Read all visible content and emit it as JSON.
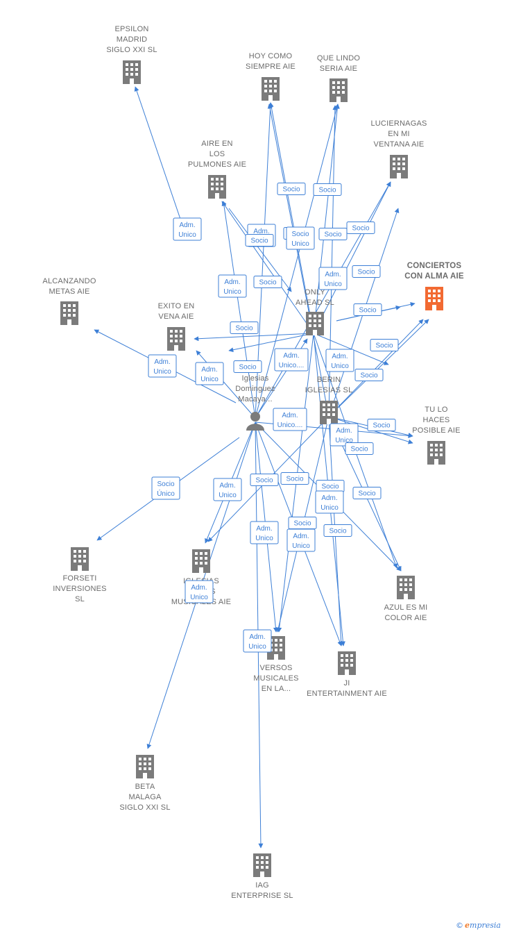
{
  "colors": {
    "edge": "#3d7fd6",
    "building": "#7b7b7b",
    "highlight": "#f26a32",
    "person": "#7b7b7b",
    "text": "#6b6b6b"
  },
  "brand": {
    "copyright": "©",
    "e": "e",
    "rest": "mpresia"
  },
  "nodes": [
    {
      "id": "epsilon",
      "type": "company",
      "lines": [
        "EPSILON",
        "MADRID",
        "SIGLO XXI  SL"
      ]
    },
    {
      "id": "hoy",
      "type": "company",
      "lines": [
        "HOY COMO",
        "SIEMPRE AIE"
      ]
    },
    {
      "id": "quelindo",
      "type": "company",
      "lines": [
        "QUE LINDO",
        "SERIA AIE"
      ]
    },
    {
      "id": "luci",
      "type": "company",
      "lines": [
        "LUCIERNAGAS",
        "EN MI",
        "VENTANA AIE"
      ]
    },
    {
      "id": "aire",
      "type": "company",
      "lines": [
        "AIRE EN",
        "LOS",
        "PULMONES AIE"
      ]
    },
    {
      "id": "conciertos",
      "type": "company",
      "highlight": true,
      "lines": [
        "CONCIERTOS",
        "CON ALMA AIE"
      ]
    },
    {
      "id": "alcanzando",
      "type": "company",
      "lines": [
        "ALCANZANDO",
        "METAS AIE"
      ]
    },
    {
      "id": "only",
      "type": "company",
      "lines": [
        "ONLY",
        "AHEAD  SL"
      ]
    },
    {
      "id": "exito",
      "type": "company",
      "lines": [
        "EXITO EN",
        "VENA AIE"
      ]
    },
    {
      "id": "person",
      "type": "person",
      "lines": [
        "Iglesias",
        "Dominguez",
        "Macaya..."
      ]
    },
    {
      "id": "berin",
      "type": "company",
      "lines": [
        "BERIN",
        "IGLESIAS  SL"
      ]
    },
    {
      "id": "tulo",
      "type": "company",
      "lines": [
        "TU LO",
        "HACES",
        "POSIBLE AIE"
      ]
    },
    {
      "id": "forseti",
      "type": "company",
      "lines": [
        "FORSETI",
        "INVERSIONES",
        "SL"
      ]
    },
    {
      "id": "iglesias",
      "type": "company",
      "lines": [
        "IGLESIAS",
        "EN LOS",
        "MUSICALES AIE"
      ]
    },
    {
      "id": "azul",
      "type": "company",
      "lines": [
        "AZUL ES MI",
        "COLOR AIE"
      ]
    },
    {
      "id": "versos",
      "type": "company",
      "lines": [
        "VERSOS",
        "MUSICALES",
        "EN LA..."
      ]
    },
    {
      "id": "ji",
      "type": "company",
      "lines": [
        "JI",
        "ENTERTAINMENT AIE"
      ]
    },
    {
      "id": "beta",
      "type": "company",
      "lines": [
        "BETA",
        "MALAGA",
        "SIGLO XXI  SL"
      ]
    },
    {
      "id": "iag",
      "type": "company",
      "lines": [
        "IAG",
        "ENTERPRISE SL"
      ]
    }
  ],
  "edge_labels": [
    {
      "lines": [
        "Adm.",
        "Unico"
      ]
    },
    {
      "lines": [
        "Socio"
      ]
    },
    {
      "lines": [
        "Socio"
      ]
    },
    {
      "lines": [
        "Adm.",
        "Unico"
      ]
    },
    {
      "lines": [
        "Socio"
      ]
    },
    {
      "lines": [
        "Socio"
      ]
    },
    {
      "lines": [
        "Socio"
      ]
    },
    {
      "lines": [
        "Socio",
        "Unico"
      ]
    },
    {
      "lines": [
        "Socio"
      ]
    },
    {
      "lines": [
        "Adm.",
        "Unico"
      ]
    },
    {
      "lines": [
        "Socio"
      ]
    },
    {
      "lines": [
        "Adm.",
        "Unico"
      ]
    },
    {
      "lines": [
        "Socio"
      ]
    },
    {
      "lines": [
        "Socio"
      ]
    },
    {
      "lines": [
        "Socio"
      ]
    },
    {
      "lines": [
        "Adm.",
        "Unico"
      ]
    },
    {
      "lines": [
        "Adm.",
        "Unico"
      ]
    },
    {
      "lines": [
        "Adm.",
        "Unico...."
      ]
    },
    {
      "lines": [
        "Adm.",
        "Unico"
      ]
    },
    {
      "lines": [
        "Socio"
      ]
    },
    {
      "lines": [
        "Socio"
      ]
    },
    {
      "lines": [
        "Adm.",
        "Unico...."
      ]
    },
    {
      "lines": [
        "Socio"
      ]
    },
    {
      "lines": [
        "Adm.",
        "Unico"
      ]
    },
    {
      "lines": [
        "Socio"
      ]
    },
    {
      "lines": [
        "Socio"
      ]
    },
    {
      "lines": [
        "Socio",
        "Único"
      ]
    },
    {
      "lines": [
        "Adm.",
        "Unico"
      ]
    },
    {
      "lines": [
        "Socio"
      ]
    },
    {
      "lines": [
        "Socio"
      ]
    },
    {
      "lines": [
        "Socio"
      ]
    },
    {
      "lines": [
        "Adm.",
        "Unico"
      ]
    },
    {
      "lines": [
        "Socio"
      ]
    },
    {
      "lines": [
        "Adm.",
        "Unico"
      ]
    },
    {
      "lines": [
        "Socio"
      ]
    },
    {
      "lines": [
        "Adm.",
        "Unico"
      ]
    },
    {
      "lines": [
        "Socio"
      ]
    },
    {
      "lines": [
        "Adm.",
        "Unico"
      ]
    },
    {
      "lines": [
        "Adm.",
        "Unico"
      ]
    }
  ]
}
